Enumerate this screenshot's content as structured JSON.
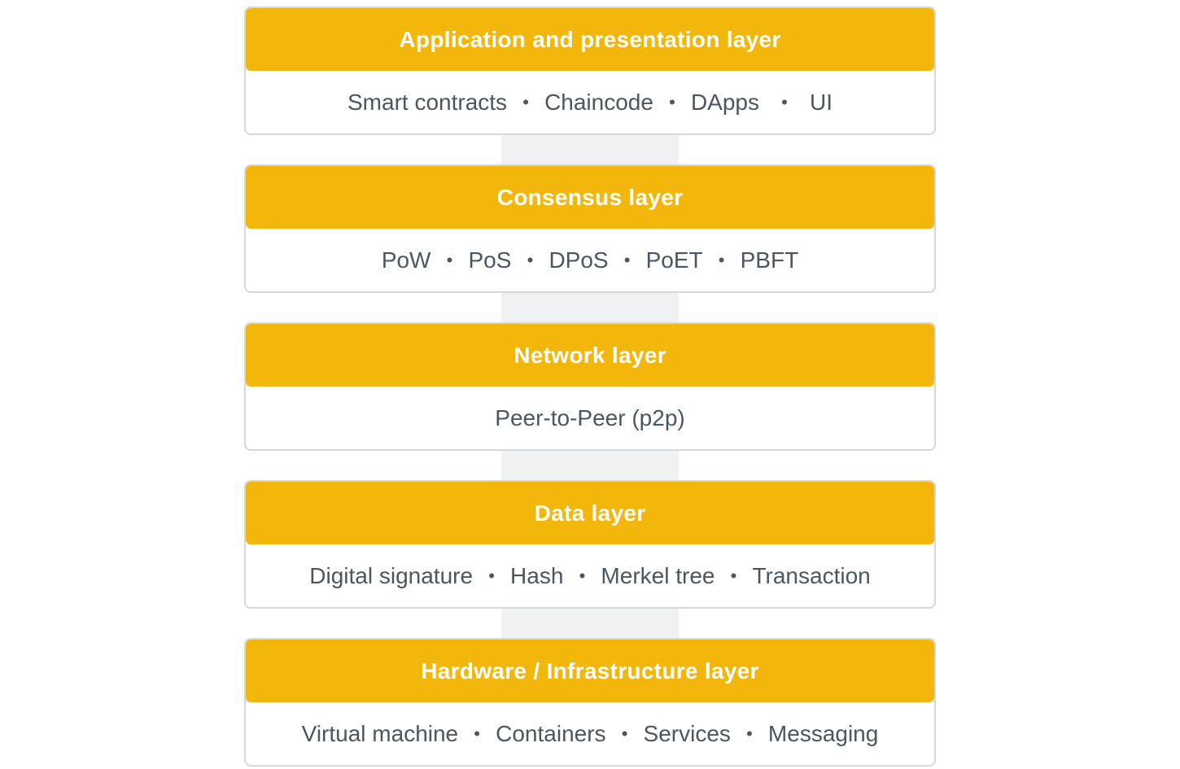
{
  "layers": [
    {
      "title": "Application and presentation layer",
      "items": [
        "Smart contracts",
        "Chaincode",
        "DApps",
        "UI"
      ]
    },
    {
      "title": "Consensus layer",
      "items": [
        "PoW",
        "PoS",
        "DPoS",
        "PoET",
        "PBFT"
      ]
    },
    {
      "title": "Network layer",
      "items": [
        "Peer-to-Peer (p2p)"
      ]
    },
    {
      "title": "Data layer",
      "items": [
        "Digital signature",
        "Hash",
        "Merkel tree",
        "Transaction"
      ]
    },
    {
      "title": "Hardware / Infrastructure layer",
      "items": [
        "Virtual machine",
        "Containers",
        "Services",
        "Messaging"
      ]
    }
  ],
  "separator": "•",
  "colors": {
    "header_bg": "#f3b70c",
    "header_text": "#ffffff",
    "body_text": "#4a5661",
    "border": "#d3d8de",
    "connector": "#f0f1f2"
  }
}
